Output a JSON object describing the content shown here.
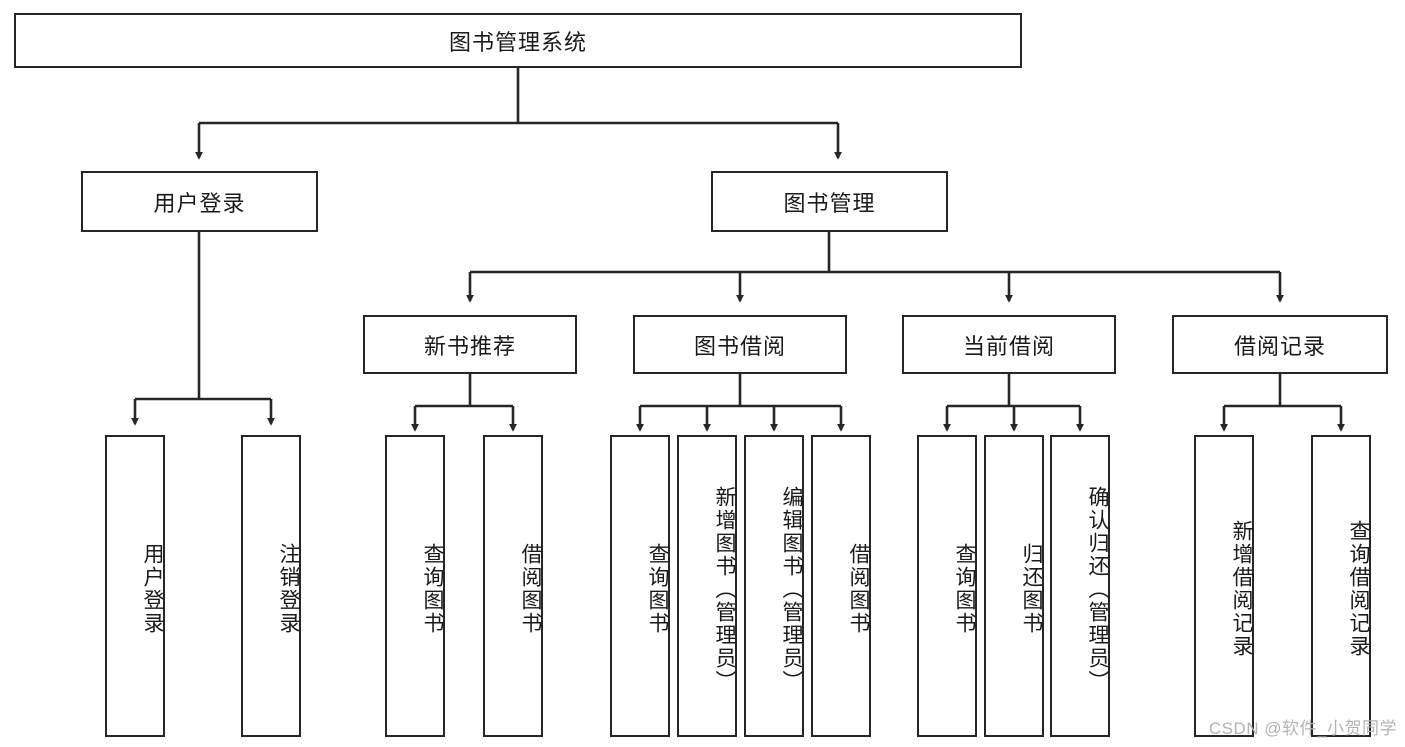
{
  "diagram": {
    "title": "图书管理系统",
    "root": {
      "id": "root",
      "label": "图书管理系统"
    },
    "level2": [
      {
        "id": "user-login",
        "label": "用户登录"
      },
      {
        "id": "book-management",
        "label": "图书管理"
      }
    ],
    "level3": [
      {
        "id": "new-book-recommend",
        "label": "新书推荐"
      },
      {
        "id": "book-borrow",
        "label": "图书借阅"
      },
      {
        "id": "current-borrow",
        "label": "当前借阅"
      },
      {
        "id": "borrow-record",
        "label": "借阅记录"
      }
    ],
    "leaves": {
      "user_login": [
        {
          "id": "leaf-user-login",
          "label": "用户登录"
        },
        {
          "id": "leaf-logout-login",
          "label": "注销登录"
        }
      ],
      "new_book_recommend": [
        {
          "id": "leaf-query-book-1",
          "label": "查询图书"
        },
        {
          "id": "leaf-borrow-book-1",
          "label": "借阅图书"
        }
      ],
      "book_borrow": [
        {
          "id": "leaf-query-book-2",
          "label": "查询图书"
        },
        {
          "id": "leaf-add-book-admin",
          "label": "新增图书（管理员）"
        },
        {
          "id": "leaf-edit-book-admin",
          "label": "编辑图书（管理员）"
        },
        {
          "id": "leaf-borrow-book-2",
          "label": "借阅图书"
        }
      ],
      "current_borrow": [
        {
          "id": "leaf-query-book-3",
          "label": "查询图书"
        },
        {
          "id": "leaf-return-book",
          "label": "归还图书"
        },
        {
          "id": "leaf-confirm-return-admin",
          "label": "确认归还（管理员）"
        }
      ],
      "borrow_record": [
        {
          "id": "leaf-add-borrow-record",
          "label": "新增借阅记录"
        },
        {
          "id": "leaf-query-borrow-record",
          "label": "查询借阅记录"
        }
      ]
    },
    "colors": {
      "stroke": "#262626",
      "background": "#ffffff",
      "text": "#1a1a1a",
      "watermark": "#b3b3b3"
    }
  },
  "watermark": {
    "text": "CSDN @软件_小贺同学"
  }
}
